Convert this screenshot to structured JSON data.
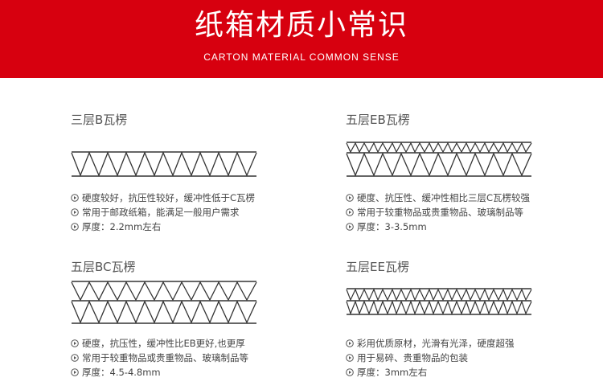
{
  "header": {
    "title": "纸箱材质小常识",
    "subtitle": "CARTON MATERIAL COMMON SENSE"
  },
  "cards": [
    {
      "title": "三层B瓦楞",
      "notes": [
        "硬度较好，抗压性较好，缓冲性低于C瓦楞",
        "常用于邮政纸箱，能满足一般用户需求",
        "厚度：2.2mm左右"
      ]
    },
    {
      "title": "五层EB瓦楞",
      "notes": [
        "硬度、抗压性、缓冲性相比三层C瓦楞较强",
        "常用于较重物品或贵重物品、玻璃制品等",
        "厚度：3-3.5mm"
      ]
    },
    {
      "title": "五层BC瓦楞",
      "notes": [
        "硬度，抗压性，缓冲性比EB更好,也更厚",
        "常用于较重物品或贵重物品、玻璃制品等",
        "厚度：4.5-4.8mm"
      ]
    },
    {
      "title": "五层EE瓦楞",
      "notes": [
        "彩用优质原材，光滑有光泽，硬度超强",
        "用于易碎、贵重物品的包装",
        "厚度：3mm左右"
      ]
    }
  ],
  "colors": {
    "brand": "#d7000f",
    "line": "#333333",
    "icon": "#555555"
  },
  "icons": {
    "bullet": "circle-play-icon"
  }
}
